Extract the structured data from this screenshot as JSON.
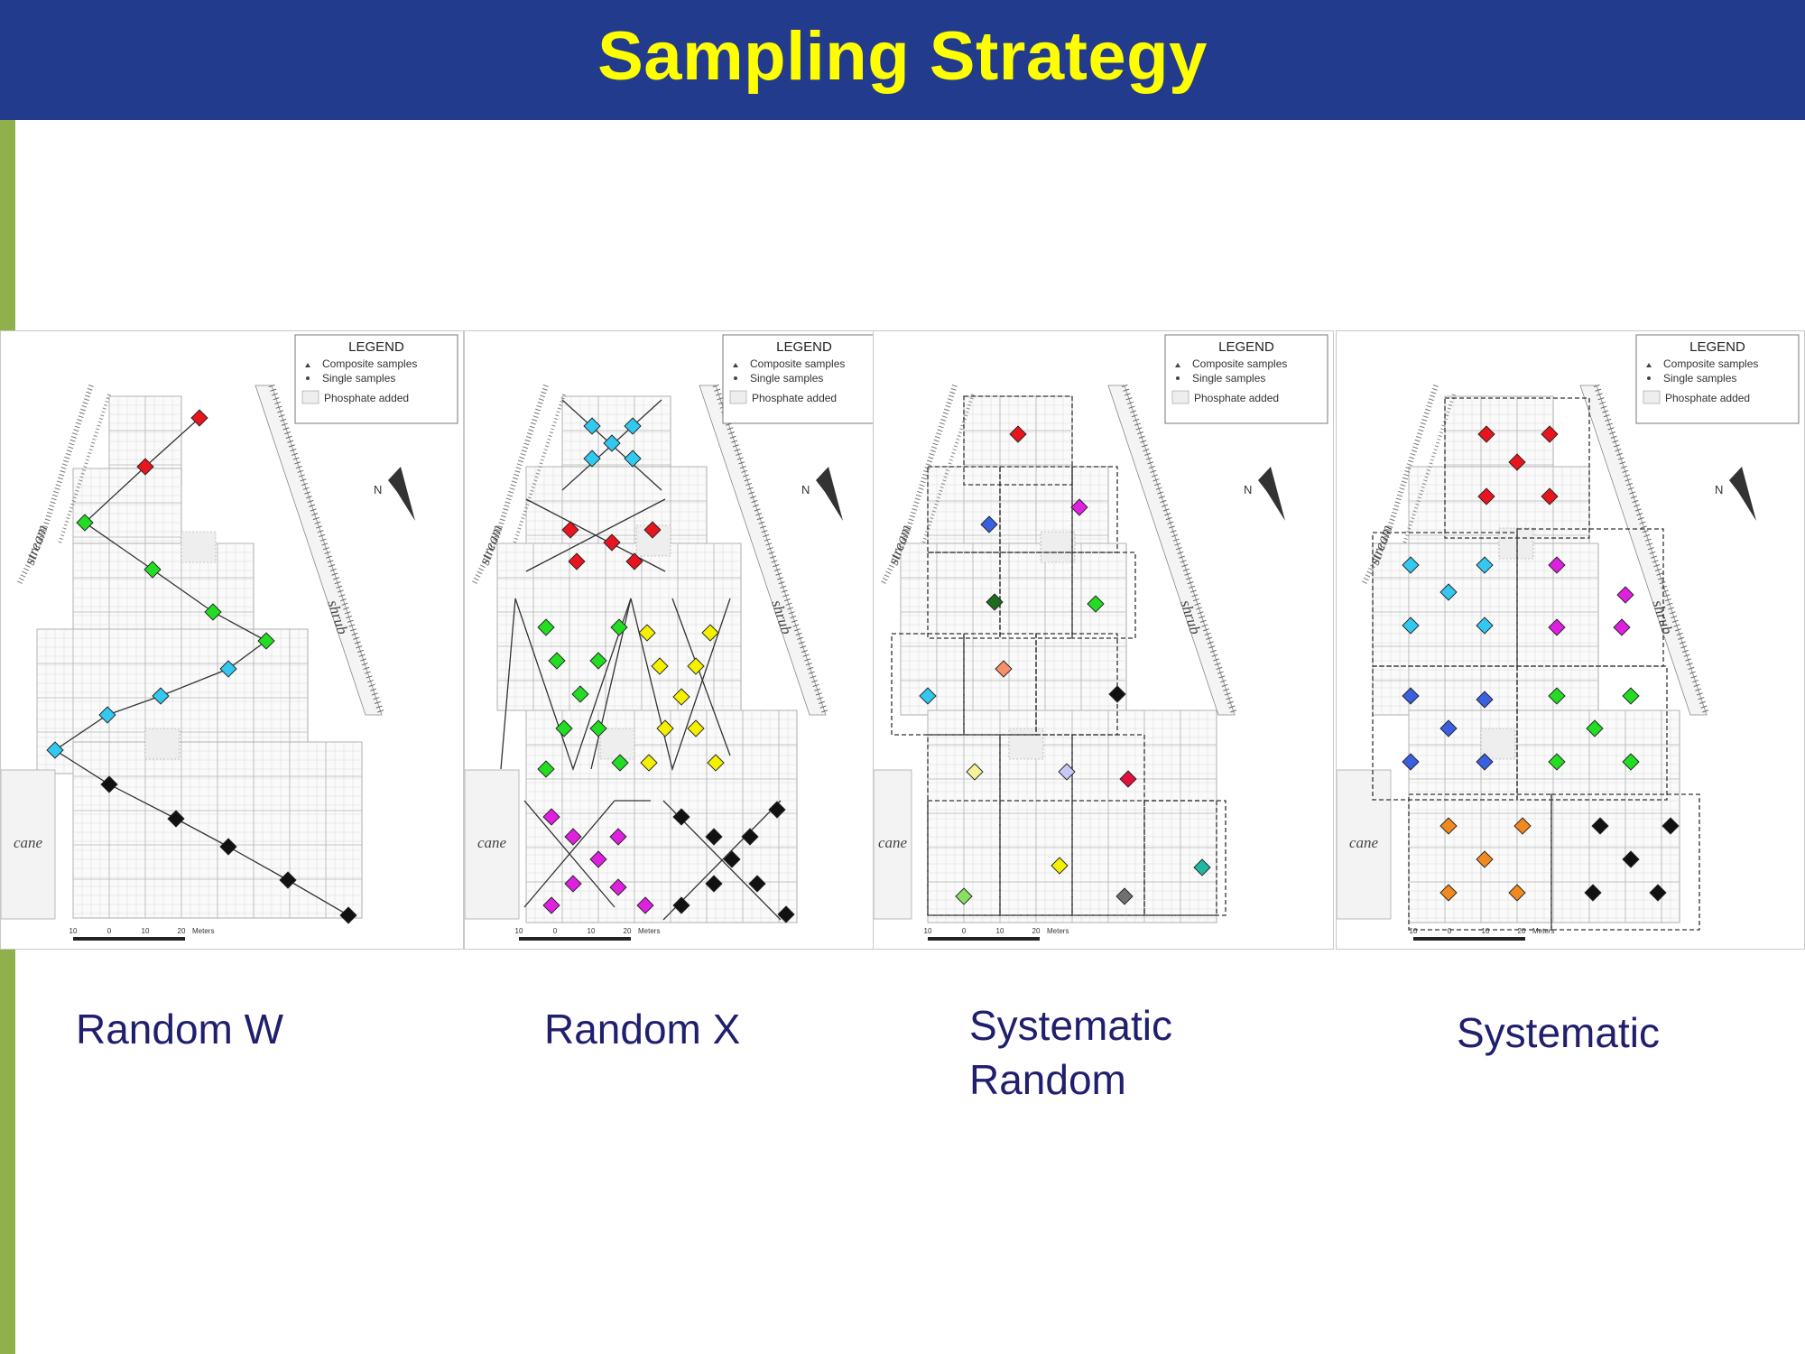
{
  "slide": {
    "title": "Sampling Strategy"
  },
  "legend": {
    "title": "LEGEND",
    "items": [
      "Composite samples",
      "Single samples",
      "Phosphate added"
    ]
  },
  "map_labels": {
    "stream": "stream",
    "shrub": "shrub",
    "cane": "cane",
    "north": "N"
  },
  "scale": {
    "ticks": [
      "10",
      "0",
      "10",
      "20"
    ],
    "unit": "Meters"
  },
  "panels": [
    {
      "id": "random-w",
      "caption": "Random W"
    },
    {
      "id": "random-x",
      "caption": "Random X"
    },
    {
      "id": "systematic-random",
      "caption_lines": [
        "Systematic",
        "Random"
      ]
    },
    {
      "id": "systematic",
      "caption": "Systematic"
    }
  ],
  "colors": {
    "header": "#233b8c",
    "title": "#ffff00",
    "accent": "#8fb04a",
    "caption": "#1f1f6e",
    "red": "#e8141e",
    "green": "#22dd22",
    "cyan": "#33c8f0",
    "black": "#111111",
    "yellow": "#f5f000",
    "magenta": "#e020e0",
    "blue": "#3a5fe0",
    "orange": "#f08a20",
    "darkgreen": "#1d6b1d",
    "salmon": "#f5906a",
    "paleyellow": "#f7f29a",
    "lavender": "#c8c8f5",
    "crimson": "#e0103a",
    "gray": "#707070",
    "teal": "#20b8a0",
    "lime": "#88e060"
  }
}
